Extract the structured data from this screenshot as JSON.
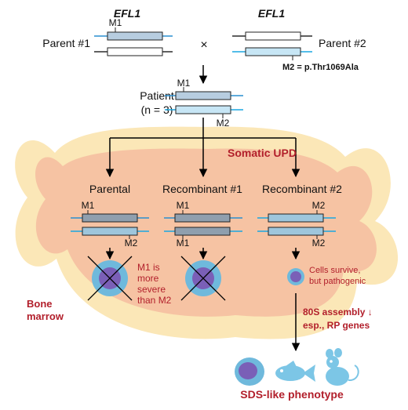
{
  "colors": {
    "bone_outer": "#fbe7b7",
    "bone_inner": "#f6c3a3",
    "red_text": "#b21f2b",
    "dark_bar": "#9fb4c9",
    "light_bar": "#c7e6f5",
    "blue_line": "#2a8fd0",
    "cyan_line": "#1aa7e2",
    "cell_outer": "#5fb2d8",
    "cell_inner": "#7a5fb7"
  },
  "header": {
    "gene_left": "EFL1",
    "gene_right": "EFL1",
    "cross_symbol": "×"
  },
  "parents": {
    "parent1_label": "Parent #1",
    "parent2_label": "Parent #2",
    "mutation1_label": "M1",
    "mutation2_label": "M2 = p.Thr1069Ala"
  },
  "patient": {
    "label": "Patient",
    "count": "(n = 3)",
    "m1": "M1",
    "m2": "M2"
  },
  "upd": {
    "label": "Somatic UPD",
    "branches": [
      {
        "label": "Parental",
        "top_tag": "M1",
        "bottom_tag": "M2"
      },
      {
        "label": "Recombinant #1",
        "top_tag": "M1",
        "bottom_tag": "M1"
      },
      {
        "label": "Recombinant #2",
        "top_tag": "M2",
        "bottom_tag": "M2"
      }
    ]
  },
  "notes": {
    "severity_lines": [
      "M1 is",
      "more",
      "severe",
      "than M2"
    ],
    "survive_lines": [
      "Cells survive,",
      "but pathogenic"
    ],
    "bone_lines": [
      "Bone",
      "marrow"
    ],
    "assembly_lines": [
      "80S assembly ↓",
      "esp., RP genes"
    ],
    "phenotype": "SDS-like phenotype"
  }
}
